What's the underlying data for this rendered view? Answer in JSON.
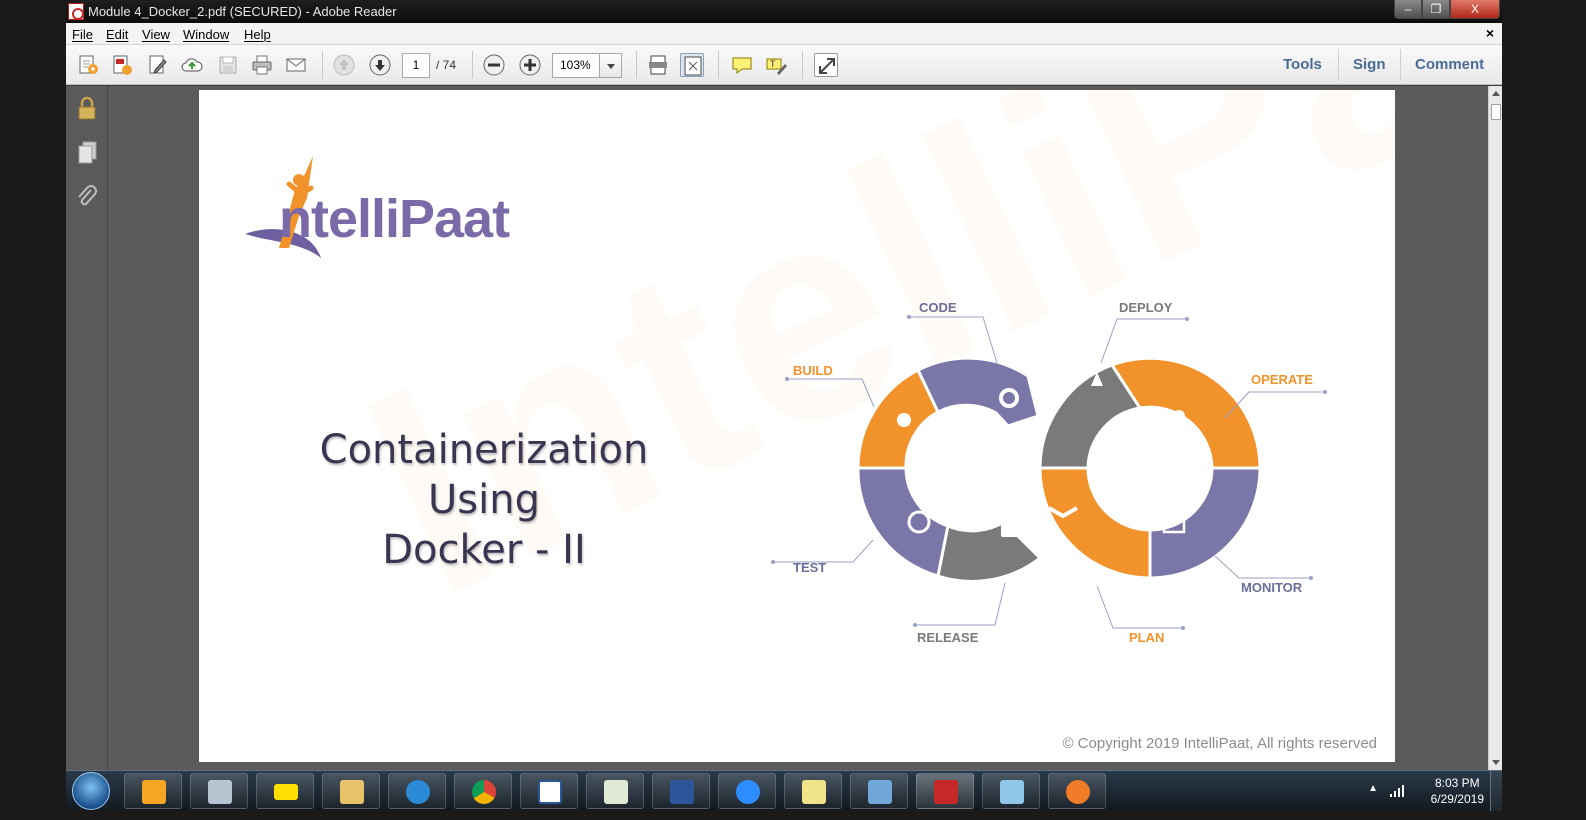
{
  "window": {
    "title": "Module 4_Docker_2.pdf (SECURED) - Adobe Reader",
    "minimize": "–",
    "maximize": "❐",
    "close": "X"
  },
  "menu": {
    "items": [
      "File",
      "Edit",
      "View",
      "Window",
      "Help"
    ],
    "close_doc": "×"
  },
  "toolbar": {
    "page_current": "1",
    "page_total": "/ 74",
    "zoom": "103%",
    "tools_label": "Tools",
    "sign_label": "Sign",
    "comment_label": "Comment"
  },
  "slide": {
    "title_line1": "Containerization Using",
    "title_line2": "Docker - II",
    "logo_text": "ntelliPaat",
    "copyright": "© Copyright 2019 IntelliPaat, All rights reserved",
    "diagram_labels": {
      "code": "CODE",
      "deploy": "DEPLOY",
      "build": "BUILD",
      "operate": "OPERATE",
      "test": "TEST",
      "monitor": "MONITOR",
      "release": "RELEASE",
      "plan": "PLAN"
    }
  },
  "taskbar": {
    "apps": [
      "media-player",
      "calculator",
      "idea",
      "file-explorer",
      "internet-explorer",
      "chrome",
      "word-doc",
      "chart-app",
      "word",
      "zoom",
      "sticky-notes",
      "display",
      "adobe-reader",
      "notepad",
      "photos"
    ],
    "time": "8:03 PM",
    "date": "6/29/2019"
  },
  "colors": {
    "orange": "#F2922A",
    "purple": "#7B76A8",
    "gray": "#7A7A7A",
    "link_blue": "#4A6B94"
  }
}
